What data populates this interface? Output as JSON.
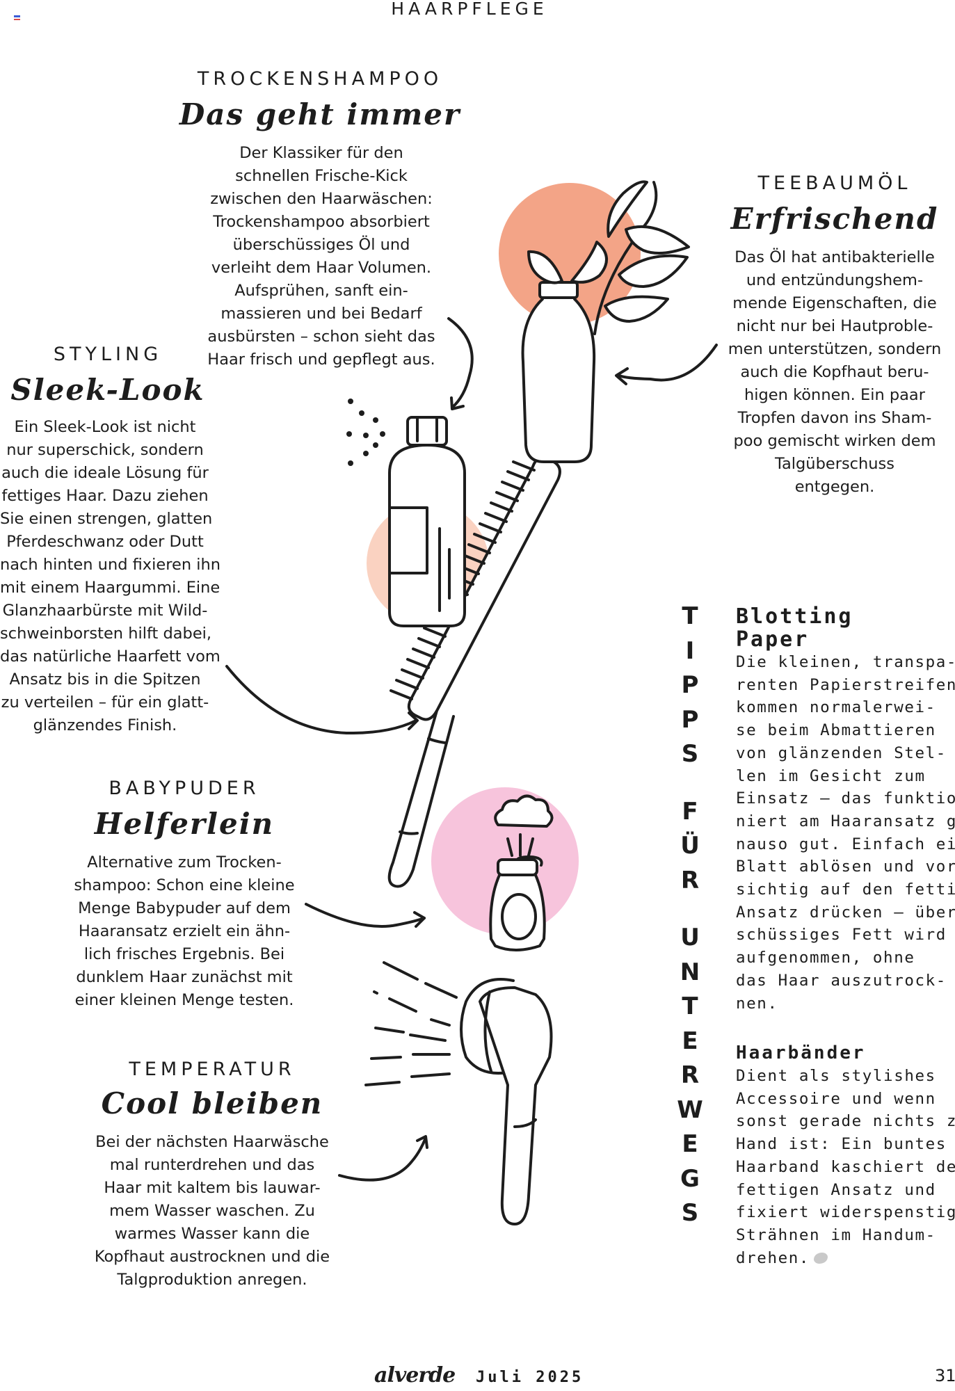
{
  "header": {
    "section": "HAARPFLEGE"
  },
  "sections": {
    "trockenshampoo": {
      "kicker": "TROCKENSHAMPOO",
      "title": "Das geht immer",
      "lines": [
        "Der Klassiker für den",
        "schnellen Frische-Kick",
        "zwischen den Haarwäschen:",
        "Trockenshampoo absorbiert",
        "überschüssiges Öl und",
        "verleiht dem Haar Volumen.",
        "Aufsprühen, sanft ein-",
        "massieren und bei Bedarf",
        "ausbürsten – schon sieht das",
        "Haar frisch und gepflegt aus."
      ]
    },
    "teebaumoel": {
      "kicker": "TEEBAUMÖL",
      "title": "Erfrischend",
      "lines": [
        "Das Öl hat antibakterielle",
        "und entzündungshem-",
        "mende Eigenschaften, die",
        "nicht nur bei Hautproble-",
        "men unterstützen, sondern",
        "auch die Kopfhaut beru-",
        "higen können. Ein paar",
        "Tropfen davon ins Sham-",
        "poo gemischt wirken dem",
        "Talgüberschuss",
        "entgegen."
      ]
    },
    "styling": {
      "kicker": "STYLING",
      "title": "Sleek-Look",
      "lines": [
        "Ein Sleek-Look ist nicht",
        "nur superschick, sondern",
        "auch die ideale Lösung für",
        "fettiges Haar. Dazu ziehen",
        "Sie einen strengen, glatten",
        "Pferdeschwanz oder Dutt",
        "nach hinten und fixieren ihn",
        "mit einem Haargummi. Eine",
        "Glanzhaarbürste mit Wild-",
        "schweinborsten hilft dabei,",
        "das natürliche Haarfett vom",
        "Ansatz bis in die Spitzen",
        "zu verteilen – für ein glatt-",
        "glänzendes Finish."
      ]
    },
    "babypuder": {
      "kicker": "BABYPUDER",
      "title": "Helferlein",
      "lines": [
        "Alternative zum Trocken-",
        "shampoo: Schon eine kleine",
        "Menge Babypuder auf dem",
        "Haaransatz erzielt ein ähn-",
        "lich frisches Ergebnis. Bei",
        "dunklem Haar zunächst mit",
        "einer kleinen Menge testen."
      ]
    },
    "temperatur": {
      "kicker": "TEMPERATUR",
      "title": "Cool bleiben",
      "lines": [
        "Bei der nächsten Haarwäsche",
        "mal runterdrehen und das",
        "Haar mit kaltem bis lauwar-",
        "mem Wasser waschen. Zu",
        "warmes Wasser kann die",
        "Kopfhaut austrocknen und die",
        "Talgproduktion anregen."
      ]
    }
  },
  "tipps": {
    "vertical_title": [
      "T",
      "I",
      "P",
      "P",
      "S",
      "",
      "F",
      "Ü",
      "R",
      "",
      "U",
      "N",
      "T",
      "E",
      "R",
      "W",
      "E",
      "G",
      "S"
    ],
    "blotting": {
      "title_lines": [
        "Blotting",
        "Paper"
      ],
      "lines": [
        "Die kleinen, transpa-",
        "renten Papierstreifen",
        "kommen normalerwei-",
        "se beim Abmattieren",
        "von glänzenden Stel-",
        "len im Gesicht zum",
        "Einsatz – das funktio-",
        "niert am Haaransatz ge-",
        "nauso gut. Einfach ein",
        "Blatt ablösen und vor-",
        "sichtig auf den fettigen",
        "Ansatz drücken – über-",
        "schüssiges Fett wird",
        "aufgenommen, ohne",
        "das Haar auszutrock-",
        "nen."
      ]
    },
    "haarbaender": {
      "title": "Haarbänder",
      "lines": [
        "Dient als stylishes",
        "Accessoire und wenn",
        "sonst gerade nichts zur",
        "Hand ist: Ein buntes",
        "Haarband kaschiert den",
        "fettigen Ansatz und",
        "fixiert widerspenstige",
        "Strähnen im Handum-",
        "drehen."
      ]
    }
  },
  "footer": {
    "brand": "alverde",
    "issue": "Juli 2025",
    "page": "31"
  },
  "colors": {
    "salmon": "#f3a487",
    "peach": "#fad2c1",
    "pink": "#f7c4dc",
    "ink": "#1d1d1d"
  },
  "icons": [
    "brush-icon",
    "spray-bottle-icon",
    "oil-bottle-icon",
    "leaf-sprig-icon",
    "powder-bottle-icon",
    "hair-dryer-icon",
    "arrow-icon"
  ]
}
